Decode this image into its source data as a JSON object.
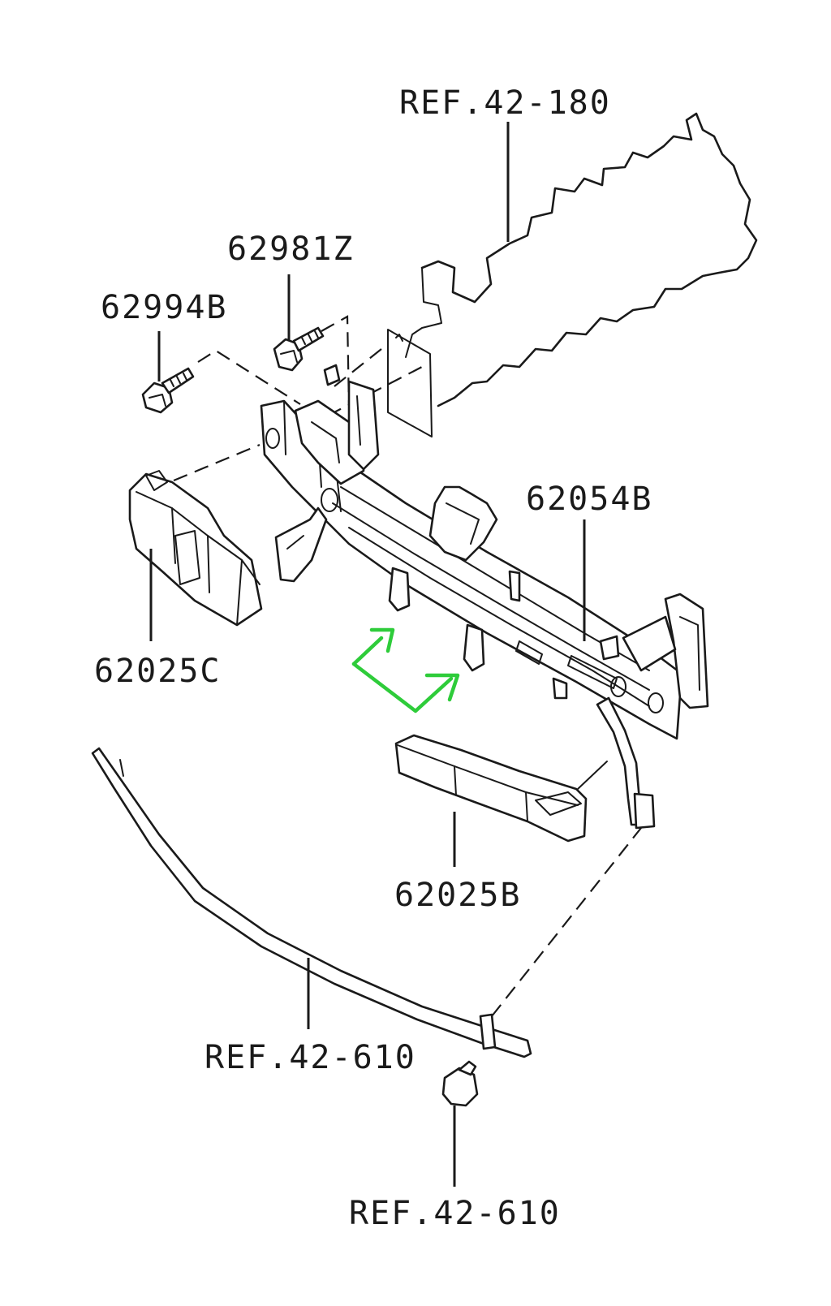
{
  "diagram": {
    "labels": {
      "ref_42_180": "REF.42-180",
      "p62981z": "62981Z",
      "p62994b": "62994B",
      "p62054b": "62054B",
      "p62025c": "62025C",
      "p62025b": "62025B",
      "ref_42_610_a": "REF.42-610",
      "ref_42_610_b": "REF.42-610"
    },
    "colors": {
      "line": "#1a1a1a",
      "background": "#ffffff",
      "arrow": "#2ecc3a"
    },
    "icons": {
      "direction_arrow": "green-forward-arrow"
    }
  }
}
